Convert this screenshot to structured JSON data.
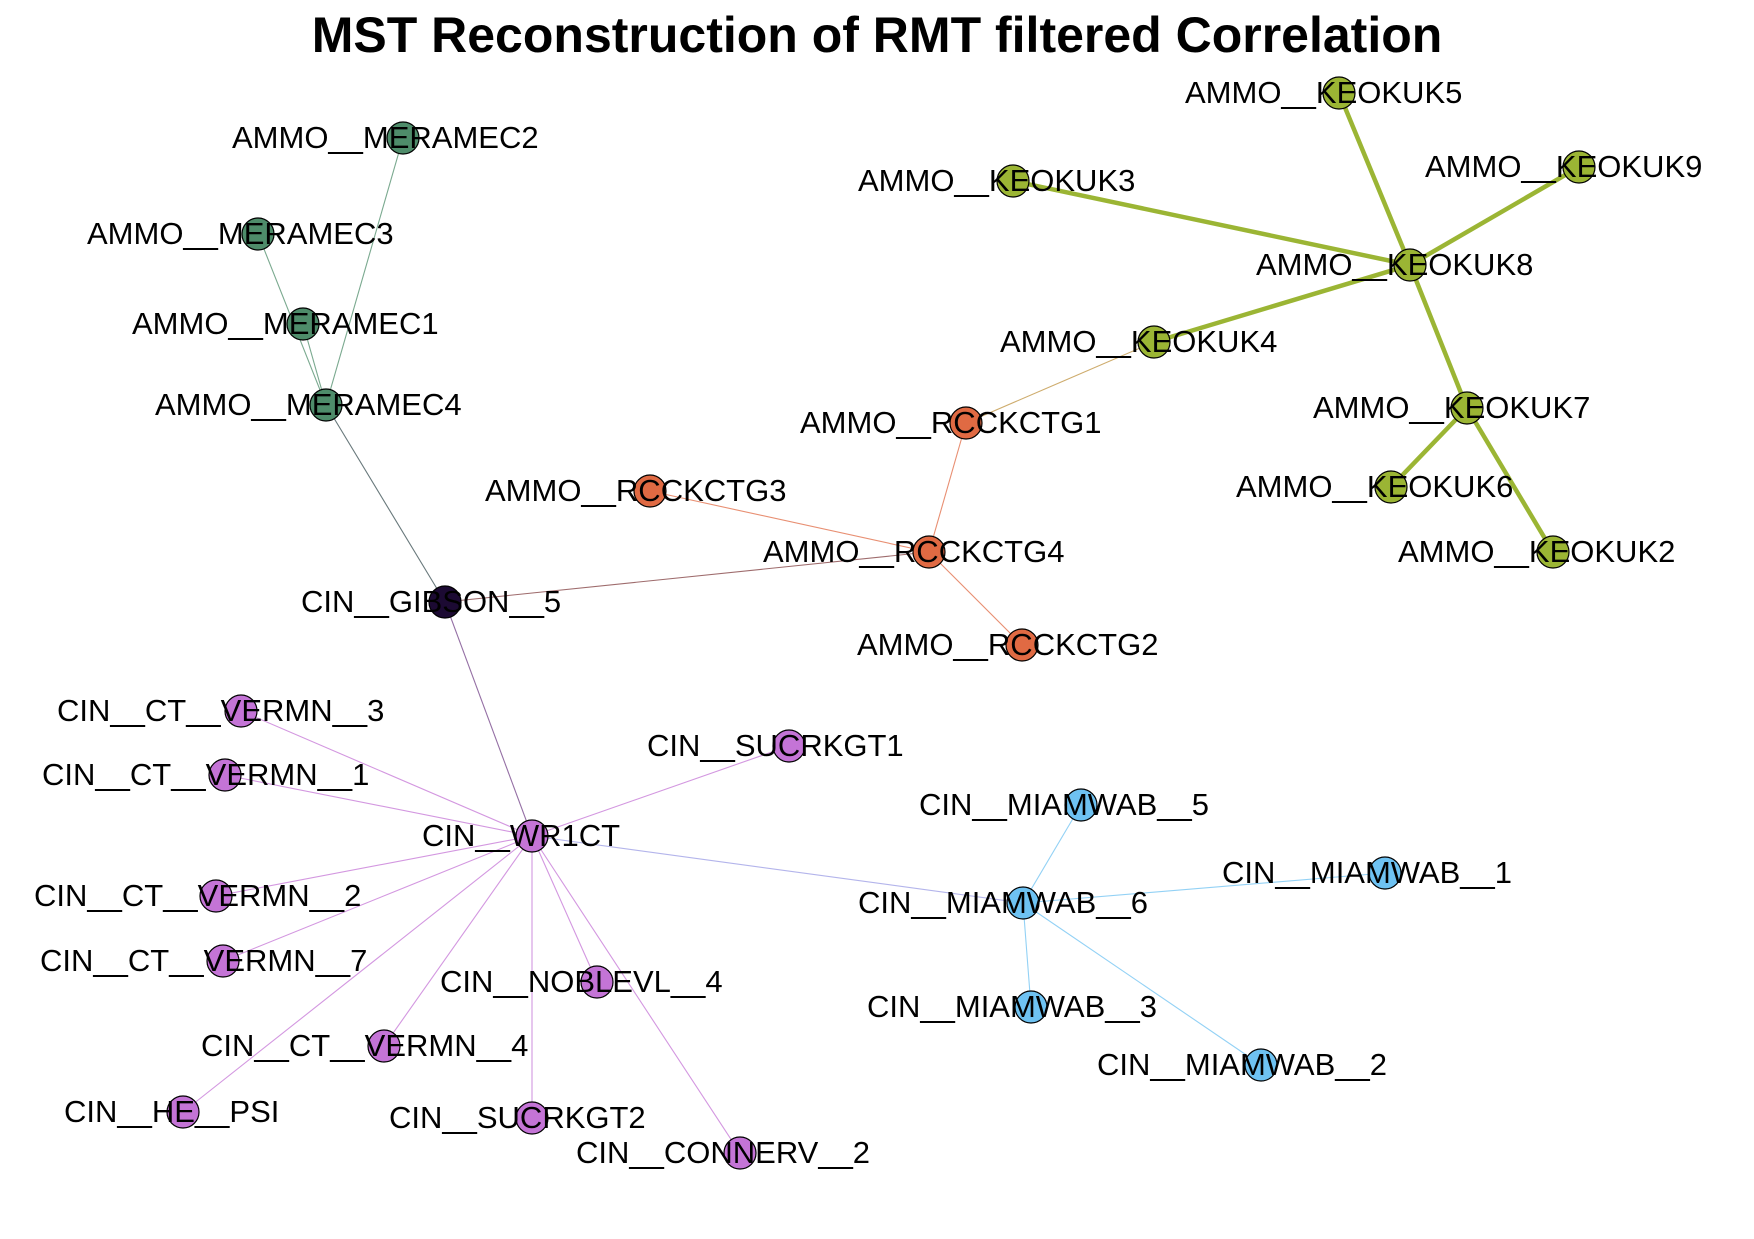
{
  "title": "MST Reconstruction of RMT filtered Correlation",
  "colors": {
    "meramec": "#4e8c6a",
    "keokuk": "#9bb534",
    "rcckctg": "#e06a43",
    "gibson": "#1c0a33",
    "wr1ct": "#c474d6",
    "miamwab": "#6ec2f2"
  },
  "nodes": [
    {
      "id": "AMMO__MERAMEC2",
      "label": "AMMO__MERAMEC2",
      "group": "meramec"
    },
    {
      "id": "AMMO__MERAMEC3",
      "label": "AMMO__MERAMEC3",
      "group": "meramec"
    },
    {
      "id": "AMMO__MERAMEC1",
      "label": "AMMO__MERAMEC1",
      "group": "meramec"
    },
    {
      "id": "AMMO__MERAMEC4",
      "label": "AMMO__MERAMEC4",
      "group": "meramec"
    },
    {
      "id": "AMMO__KEOKUK5",
      "label": "AMMO__KEOKUK5",
      "group": "keokuk"
    },
    {
      "id": "AMMO__KEOKUK3",
      "label": "AMMO__KEOKUK3",
      "group": "keokuk"
    },
    {
      "id": "AMMO__KEOKUK9",
      "label": "AMMO__KEOKUK9",
      "group": "keokuk"
    },
    {
      "id": "AMMO__KEOKUK8",
      "label": "AMMO__KEOKUK8",
      "group": "keokuk"
    },
    {
      "id": "AMMO__KEOKUK4",
      "label": "AMMO__KEOKUK4",
      "group": "keokuk"
    },
    {
      "id": "AMMO__KEOKUK7",
      "label": "AMMO__KEOKUK7",
      "group": "keokuk"
    },
    {
      "id": "AMMO__KEOKUK6",
      "label": "AMMO__KEOKUK6",
      "group": "keokuk"
    },
    {
      "id": "AMMO__KEOKUK2",
      "label": "AMMO__KEOKUK2",
      "group": "keokuk"
    },
    {
      "id": "AMMO__RCCKCTG1",
      "label": "AMMO__RCCKCTG1",
      "group": "rcckctg"
    },
    {
      "id": "AMMO__RCCKCTG3",
      "label": "AMMO__RCCKCTG3",
      "group": "rcckctg"
    },
    {
      "id": "AMMO__RCCKCTG4",
      "label": "AMMO__RCCKCTG4",
      "group": "rcckctg"
    },
    {
      "id": "AMMO__RCCKCTG2",
      "label": "AMMO__RCCKCTG2",
      "group": "rcckctg"
    },
    {
      "id": "CIN__GIBSON__5",
      "label": "CIN__GIBSON__5",
      "group": "gibson"
    },
    {
      "id": "CIN__CT__VERMN__3",
      "label": "CIN__CT__VERMN__3",
      "group": "wr1ct"
    },
    {
      "id": "CIN__SUCRKGT1",
      "label": "CIN__SUCRKGT1",
      "group": "wr1ct"
    },
    {
      "id": "CIN__CT__VERMN__1",
      "label": "CIN__CT__VERMN__1",
      "group": "wr1ct"
    },
    {
      "id": "CIN__WR1CT",
      "label": "CIN__WR1CT",
      "group": "wr1ct"
    },
    {
      "id": "CIN__CT__VERMN__2",
      "label": "CIN__CT__VERMN__2",
      "group": "wr1ct"
    },
    {
      "id": "CIN__CT__VERMN__7",
      "label": "CIN__CT__VERMN__7",
      "group": "wr1ct"
    },
    {
      "id": "CIN__NOBLEVL__4",
      "label": "CIN__NOBLEVL__4",
      "group": "wr1ct"
    },
    {
      "id": "CIN__CT__VERMN__4",
      "label": "CIN__CT__VERMN__4",
      "group": "wr1ct"
    },
    {
      "id": "CIN__HE__PSI",
      "label": "CIN__HE__PSI",
      "group": "wr1ct"
    },
    {
      "id": "CIN__SUCRKGT2",
      "label": "CIN__SUCRKGT2",
      "group": "wr1ct"
    },
    {
      "id": "CIN__CONNERV__2",
      "label": "CIN__CONNERV__2",
      "group": "wr1ct"
    },
    {
      "id": "CIN__MIAMWAB__5",
      "label": "CIN__MIAMWAB__5",
      "group": "miamwab"
    },
    {
      "id": "CIN__MIAMWAB__1",
      "label": "CIN__MIAMWAB__1",
      "group": "miamwab"
    },
    {
      "id": "CIN__MIAMWAB__6",
      "label": "CIN__MIAMWAB__6",
      "group": "miamwab"
    },
    {
      "id": "CIN__MIAMWAB__3",
      "label": "CIN__MIAMWAB__3",
      "group": "miamwab"
    },
    {
      "id": "CIN__MIAMWAB__2",
      "label": "CIN__MIAMWAB__2",
      "group": "miamwab"
    }
  ],
  "edges": [
    {
      "from": "AMMO__MERAMEC2",
      "to": "AMMO__MERAMEC4"
    },
    {
      "from": "AMMO__MERAMEC3",
      "to": "AMMO__MERAMEC4"
    },
    {
      "from": "AMMO__MERAMEC1",
      "to": "AMMO__MERAMEC4"
    },
    {
      "from": "AMMO__MERAMEC4",
      "to": "CIN__GIBSON__5"
    },
    {
      "from": "AMMO__KEOKUK5",
      "to": "AMMO__KEOKUK8"
    },
    {
      "from": "AMMO__KEOKUK3",
      "to": "AMMO__KEOKUK8"
    },
    {
      "from": "AMMO__KEOKUK9",
      "to": "AMMO__KEOKUK8"
    },
    {
      "from": "AMMO__KEOKUK4",
      "to": "AMMO__KEOKUK8"
    },
    {
      "from": "AMMO__KEOKUK7",
      "to": "AMMO__KEOKUK8"
    },
    {
      "from": "AMMO__KEOKUK6",
      "to": "AMMO__KEOKUK7"
    },
    {
      "from": "AMMO__KEOKUK2",
      "to": "AMMO__KEOKUK7"
    },
    {
      "from": "AMMO__KEOKUK4",
      "to": "AMMO__RCCKCTG1"
    },
    {
      "from": "AMMO__RCCKCTG1",
      "to": "AMMO__RCCKCTG4"
    },
    {
      "from": "AMMO__RCCKCTG3",
      "to": "AMMO__RCCKCTG4"
    },
    {
      "from": "AMMO__RCCKCTG2",
      "to": "AMMO__RCCKCTG4"
    },
    {
      "from": "AMMO__RCCKCTG4",
      "to": "CIN__GIBSON__5"
    },
    {
      "from": "CIN__GIBSON__5",
      "to": "CIN__WR1CT"
    },
    {
      "from": "CIN__CT__VERMN__3",
      "to": "CIN__WR1CT"
    },
    {
      "from": "CIN__SUCRKGT1",
      "to": "CIN__WR1CT"
    },
    {
      "from": "CIN__CT__VERMN__1",
      "to": "CIN__WR1CT"
    },
    {
      "from": "CIN__CT__VERMN__2",
      "to": "CIN__WR1CT"
    },
    {
      "from": "CIN__CT__VERMN__7",
      "to": "CIN__WR1CT"
    },
    {
      "from": "CIN__NOBLEVL__4",
      "to": "CIN__WR1CT"
    },
    {
      "from": "CIN__CT__VERMN__4",
      "to": "CIN__WR1CT"
    },
    {
      "from": "CIN__HE__PSI",
      "to": "CIN__WR1CT"
    },
    {
      "from": "CIN__SUCRKGT2",
      "to": "CIN__WR1CT"
    },
    {
      "from": "CIN__CONNERV__2",
      "to": "CIN__WR1CT"
    },
    {
      "from": "CIN__WR1CT",
      "to": "CIN__MIAMWAB__6"
    },
    {
      "from": "CIN__MIAMWAB__5",
      "to": "CIN__MIAMWAB__6"
    },
    {
      "from": "CIN__MIAMWAB__1",
      "to": "CIN__MIAMWAB__6"
    },
    {
      "from": "CIN__MIAMWAB__3",
      "to": "CIN__MIAMWAB__6"
    },
    {
      "from": "CIN__MIAMWAB__2",
      "to": "CIN__MIAMWAB__6"
    }
  ]
}
